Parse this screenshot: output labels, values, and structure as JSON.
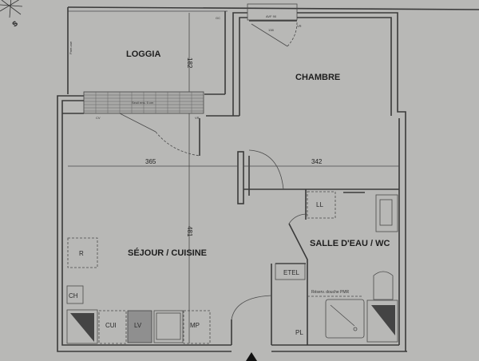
{
  "rooms": {
    "loggia": "LOGGIA",
    "chambre": "CHAMBRE",
    "sejour": "SÉJOUR / CUISINE",
    "salle": "SALLE D'EAU / WC"
  },
  "dimensions": {
    "loggia_depth": "182",
    "sejour_width": "365",
    "chambre_width": "342",
    "sejour_depth": "481"
  },
  "labels": {
    "ll": "LL",
    "etel": "ETEL",
    "pl": "PL",
    "shower_note": "Réserv. douche PMR",
    "r": "R",
    "ch": "CH",
    "cui": "CUI",
    "lv": "LV",
    "mp": "MP",
    "gc": "GC",
    "pare_vue": "Pare-vue",
    "avf": "AVF 90",
    "avf_width": "138",
    "vr1": "VR",
    "vr2": "VR",
    "seuil": "Seuil ens. 5 cm",
    "cv": "CV"
  },
  "colors": {
    "paper": "#b8b8b6",
    "ink": "#2a2a2a"
  }
}
